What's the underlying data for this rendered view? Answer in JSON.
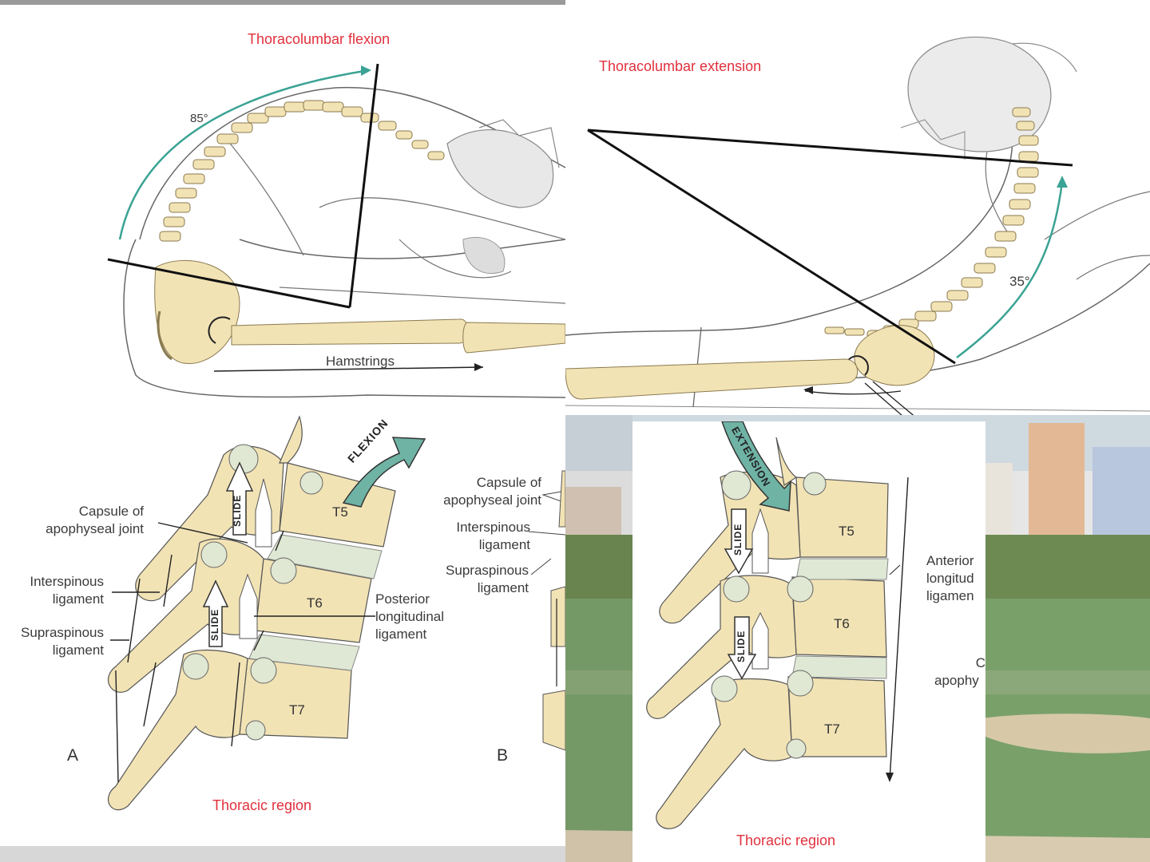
{
  "top_left": {
    "title": "Thoracolumbar flexion",
    "angle": "85°",
    "muscle": "Hamstrings"
  },
  "top_right": {
    "title": "Thoracolumbar extension",
    "angle": "35°"
  },
  "panel_a": {
    "letter": "A",
    "region": "Thoracic region",
    "motion": "FLEXION",
    "slide": "SLIDE",
    "vertebrae": [
      "T5",
      "T6",
      "T7"
    ],
    "labels": {
      "capsule": [
        "Capsule of",
        "apophyseal joint"
      ],
      "interspinous": [
        "Interspinous",
        "ligament"
      ],
      "supraspinous": [
        "Supraspinous",
        "ligament"
      ],
      "posterior": [
        "Posterior",
        "longitudinal",
        "ligament"
      ]
    }
  },
  "panel_b": {
    "letter": "B",
    "labels": {
      "capsule": [
        "Capsule of",
        "apophyseal joint"
      ],
      "interspinous": [
        "Interspinous",
        "ligament"
      ],
      "supraspinous": [
        "Supraspinous",
        "ligament"
      ]
    }
  },
  "panel_b2": {
    "region": "Thoracic region",
    "motion": "EXTENSION",
    "slide": "SLIDE",
    "vertebrae": [
      "T5",
      "T6",
      "T7"
    ],
    "labels": {
      "anterior": [
        "Anterior",
        "longitud",
        "ligamen"
      ],
      "capsule_partial": [
        "C",
        "apophy"
      ]
    }
  },
  "colors": {
    "bone": "#f2e3b5",
    "bone_outline": "#555555",
    "disc": "#dfe8d4",
    "arc": "#3aa394",
    "title_red": "#e0303c",
    "grass": "#5f8a4e",
    "arrow_fill": "#6fb3a5"
  }
}
